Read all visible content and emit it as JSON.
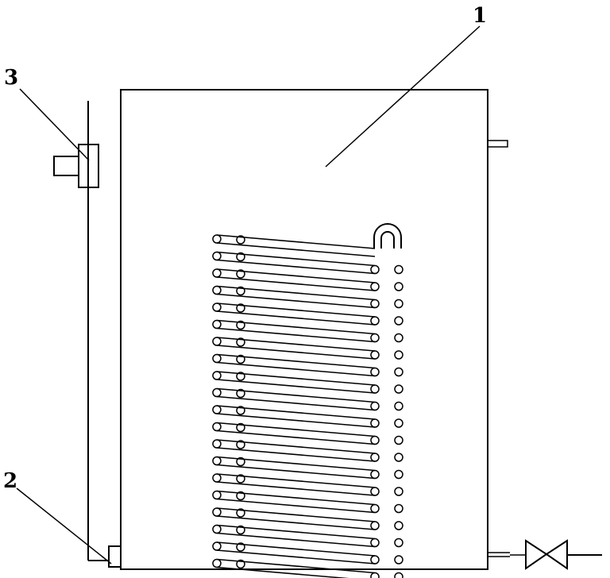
{
  "labels": {
    "tank": "1",
    "bottom_fitting": "2",
    "top_fitting": "3"
  },
  "coil": {
    "rows": 20
  },
  "colors": {
    "line": "#000000",
    "background": "#ffffff"
  }
}
